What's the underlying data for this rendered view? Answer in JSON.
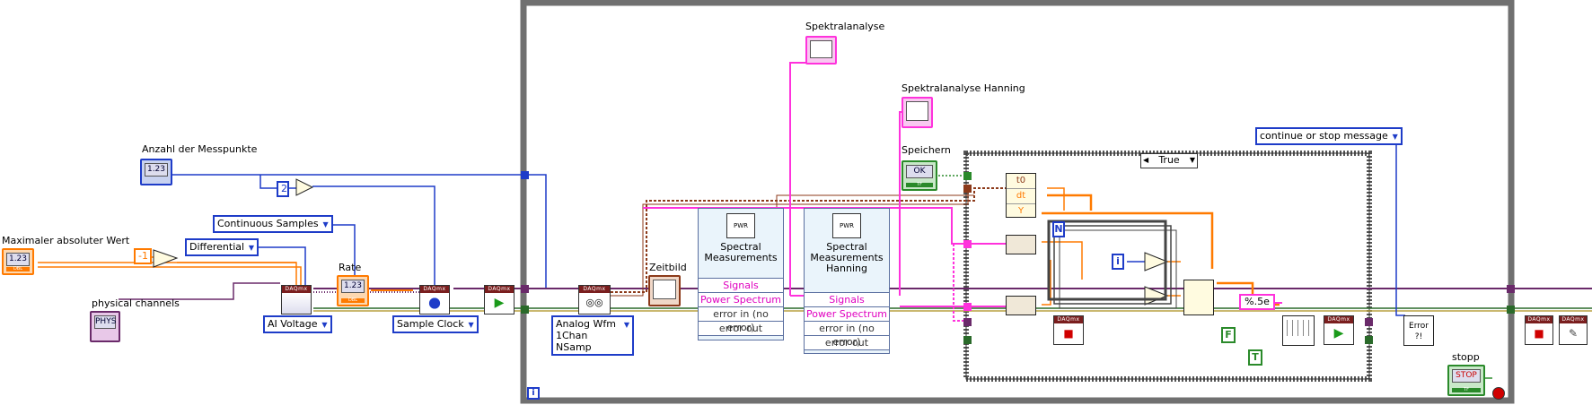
{
  "controls": {
    "max_abs": "Maximaler absoluter Wert",
    "num_points": "Anzahl der Messpunkte",
    "phys": "physical channels",
    "rate": "Rate",
    "save": "Speichern",
    "stop": "stopp",
    "numeric_glyph": "1.23",
    "dbl": "DBL",
    "phys_glyph": "PHYS",
    "ok_glyph": "OK",
    "stop_glyph": "STOP",
    "tf": "TF"
  },
  "constants": {
    "neg_one": "-1",
    "two": "2",
    "continuous": "Continuous Samples",
    "differential": "Differential",
    "ai_voltage": "AI Voltage",
    "sample_clock": "Sample Clock",
    "wfm_line1": "Analog Wfm",
    "wfm_line2": "1Chan NSamp",
    "case_true": "True",
    "format": "%.5e",
    "f_const": "F",
    "t_const": "T",
    "continue_msg": "continue or stop message"
  },
  "indicators": {
    "spektral": "Spektralanalyse",
    "spektral_hanning": "Spektralanalyse Hanning",
    "zeitbild": "Zeitbild"
  },
  "express1": {
    "title1": "Spectral",
    "title2": "Measurements",
    "rows": [
      "Signals",
      "Power Spectrum",
      "error in (no error)",
      "error out"
    ]
  },
  "express2": {
    "title1": "Spectral",
    "title2": "Measurements",
    "title3": "Hanning",
    "rows": [
      "Signals",
      "Power Spectrum",
      "error in (no error)",
      "error out"
    ]
  },
  "unbundle": [
    "t0",
    "dt",
    "Y"
  ],
  "loop_labels": {
    "n": "N",
    "i": "i",
    "i_outer": "i"
  },
  "daqmx_label": "DAQmx",
  "error_label": "Error ?!",
  "pwr_label": "PWR",
  "colors": {
    "wire_blue": "#1e3cc8",
    "wire_orange": "#ff7a00",
    "wire_pink": "#ff32dc",
    "wire_brown": "#8c3a1a",
    "wire_green": "#2a6a2a",
    "wire_purple": "#6a2a6a",
    "frame_gray": "#707070"
  }
}
